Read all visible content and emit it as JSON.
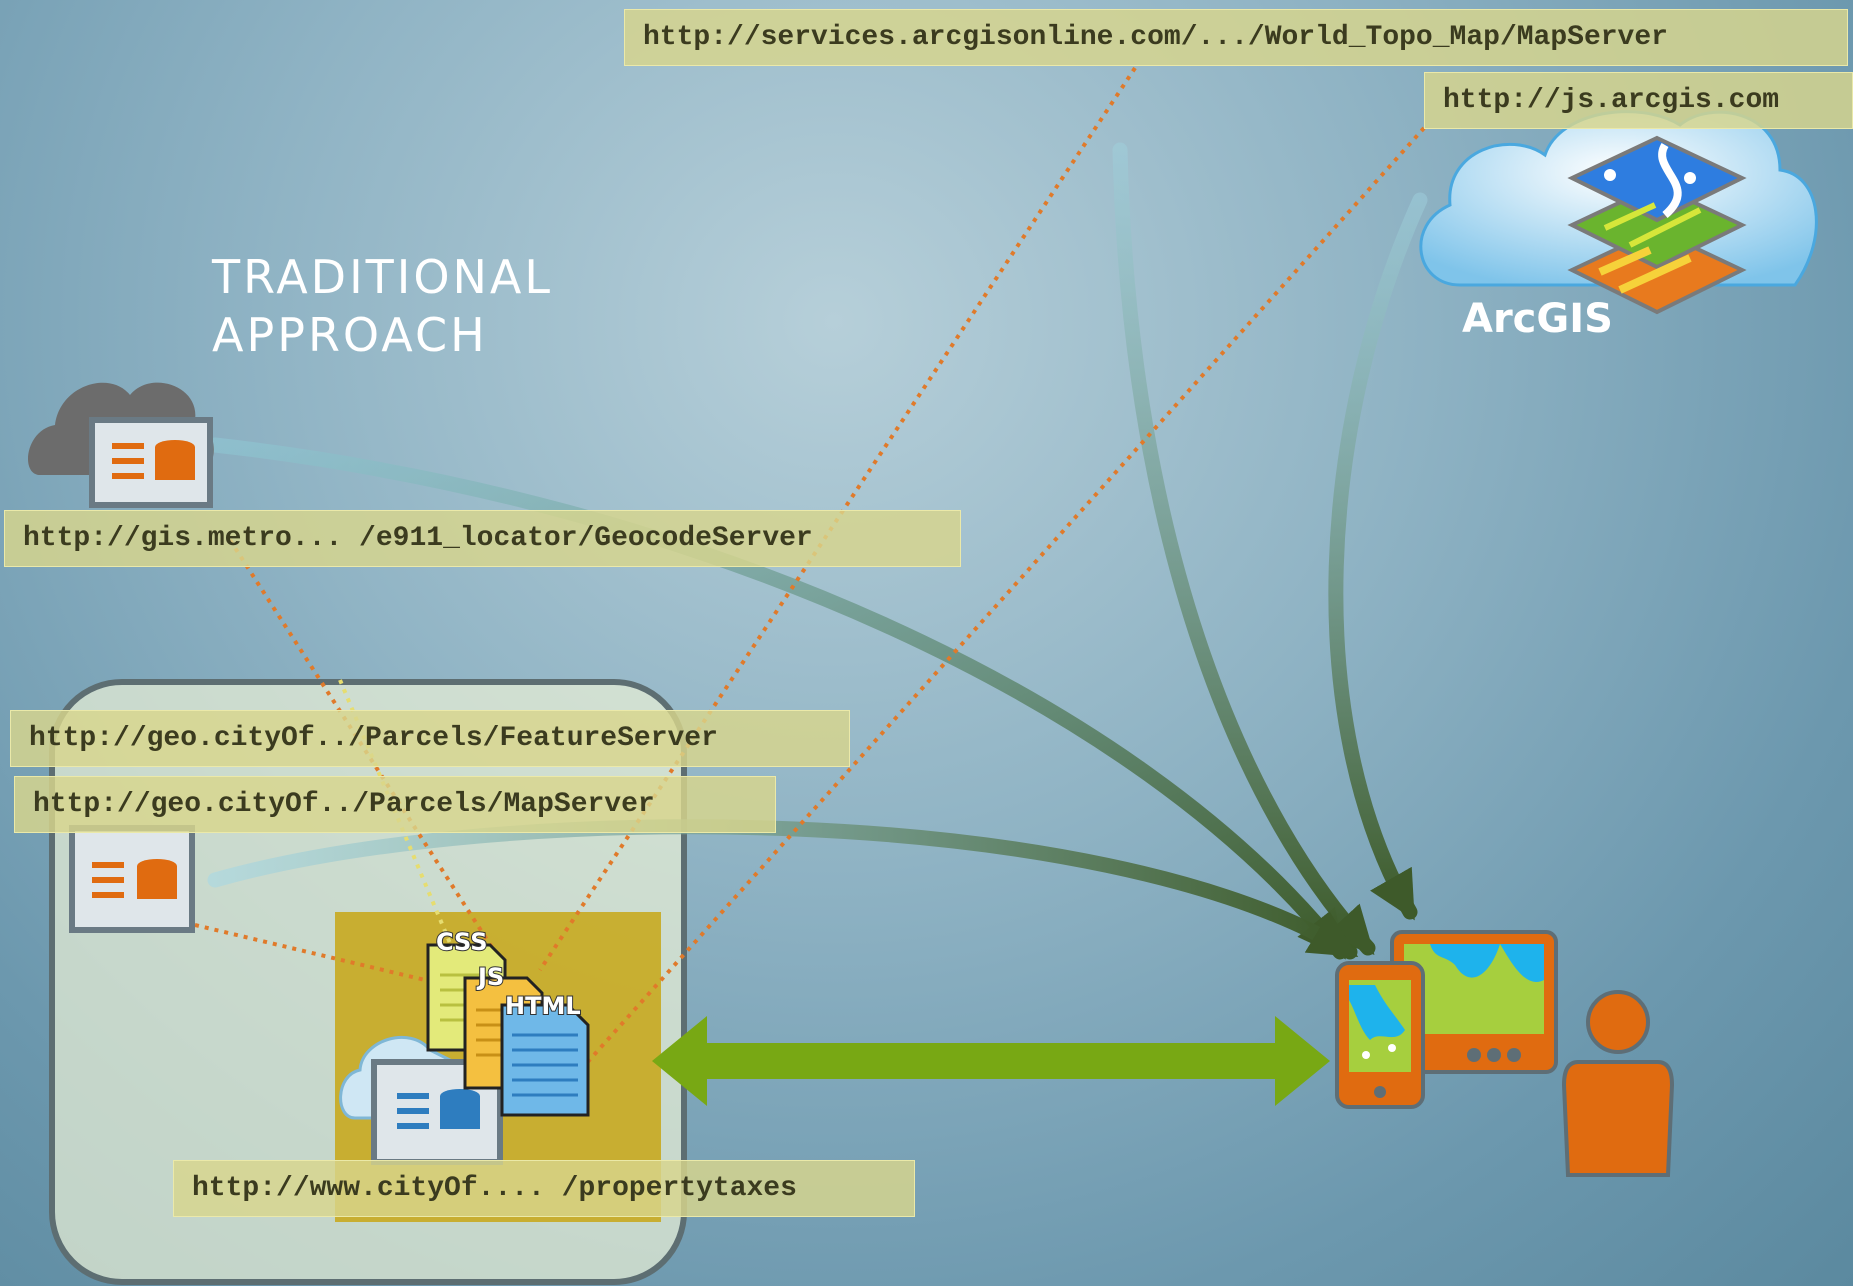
{
  "title": {
    "line1": "TRADITIONAL",
    "line2": "APPROACH"
  },
  "brand": "ArcGIS",
  "doc_labels": {
    "css": "CSS",
    "js": "JS",
    "html": "HTML"
  },
  "urls": {
    "world_topo": "http://services.arcgisonline.com/.../World_Topo_Map/MapServer",
    "js_api": "http://js.arcgis.com",
    "geocode": "http://gis.metro... /e911_locator/GeocodeServer",
    "feature_server": "http://geo.cityOf../Parcels/FeatureServer",
    "map_server": "http://geo.cityOf../Parcels/MapServer",
    "property_taxes": "http://www.cityOf.... /propertytaxes"
  },
  "icons": {
    "arcgis_cloud": "arcgis-cloud-icon",
    "map_layers": "map-layers-icon",
    "remote_server": "cloud-server-icon",
    "local_server": "server-icon",
    "web_server": "web-server-icon",
    "mobile": "mobile-device-icon",
    "desktop": "desktop-monitor-icon",
    "user": "user-icon"
  },
  "colors": {
    "label_bg": "#d8d68c",
    "orange": "#e06b10",
    "green_arrow": "#78a814",
    "flow_arrow": "#3e5a2a",
    "dotted": "#e07a2a",
    "web_box": "#c8a826"
  }
}
